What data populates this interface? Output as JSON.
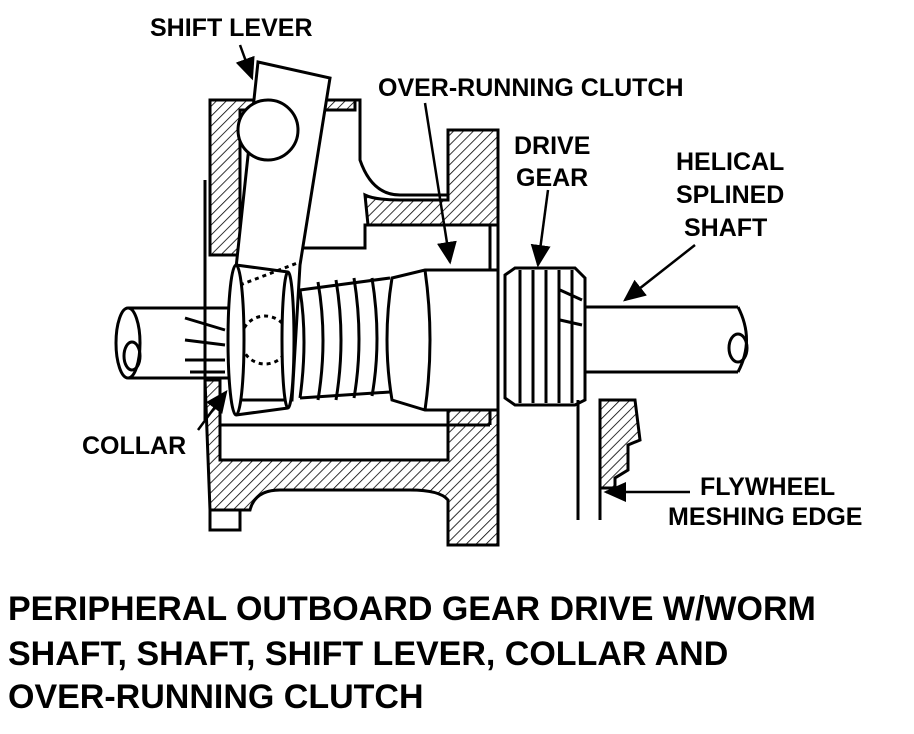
{
  "labels": {
    "shift_lever": "SHIFT LEVER",
    "over_running_clutch": "OVER-RUNNING CLUTCH",
    "drive_gear": [
      "DRIVE",
      "GEAR"
    ],
    "helical_splined_shaft": [
      "HELICAL",
      "SPLINED",
      "SHAFT"
    ],
    "collar": "COLLAR",
    "flywheel_meshing_edge": [
      "FLYWHEEL",
      "MESHING EDGE"
    ]
  },
  "caption": [
    "PERIPHERAL OUTBOARD GEAR DRIVE W/WORM",
    "SHAFT, SHAFT, SHIFT LEVER, COLLAR AND",
    "OVER-RUNNING CLUTCH"
  ]
}
